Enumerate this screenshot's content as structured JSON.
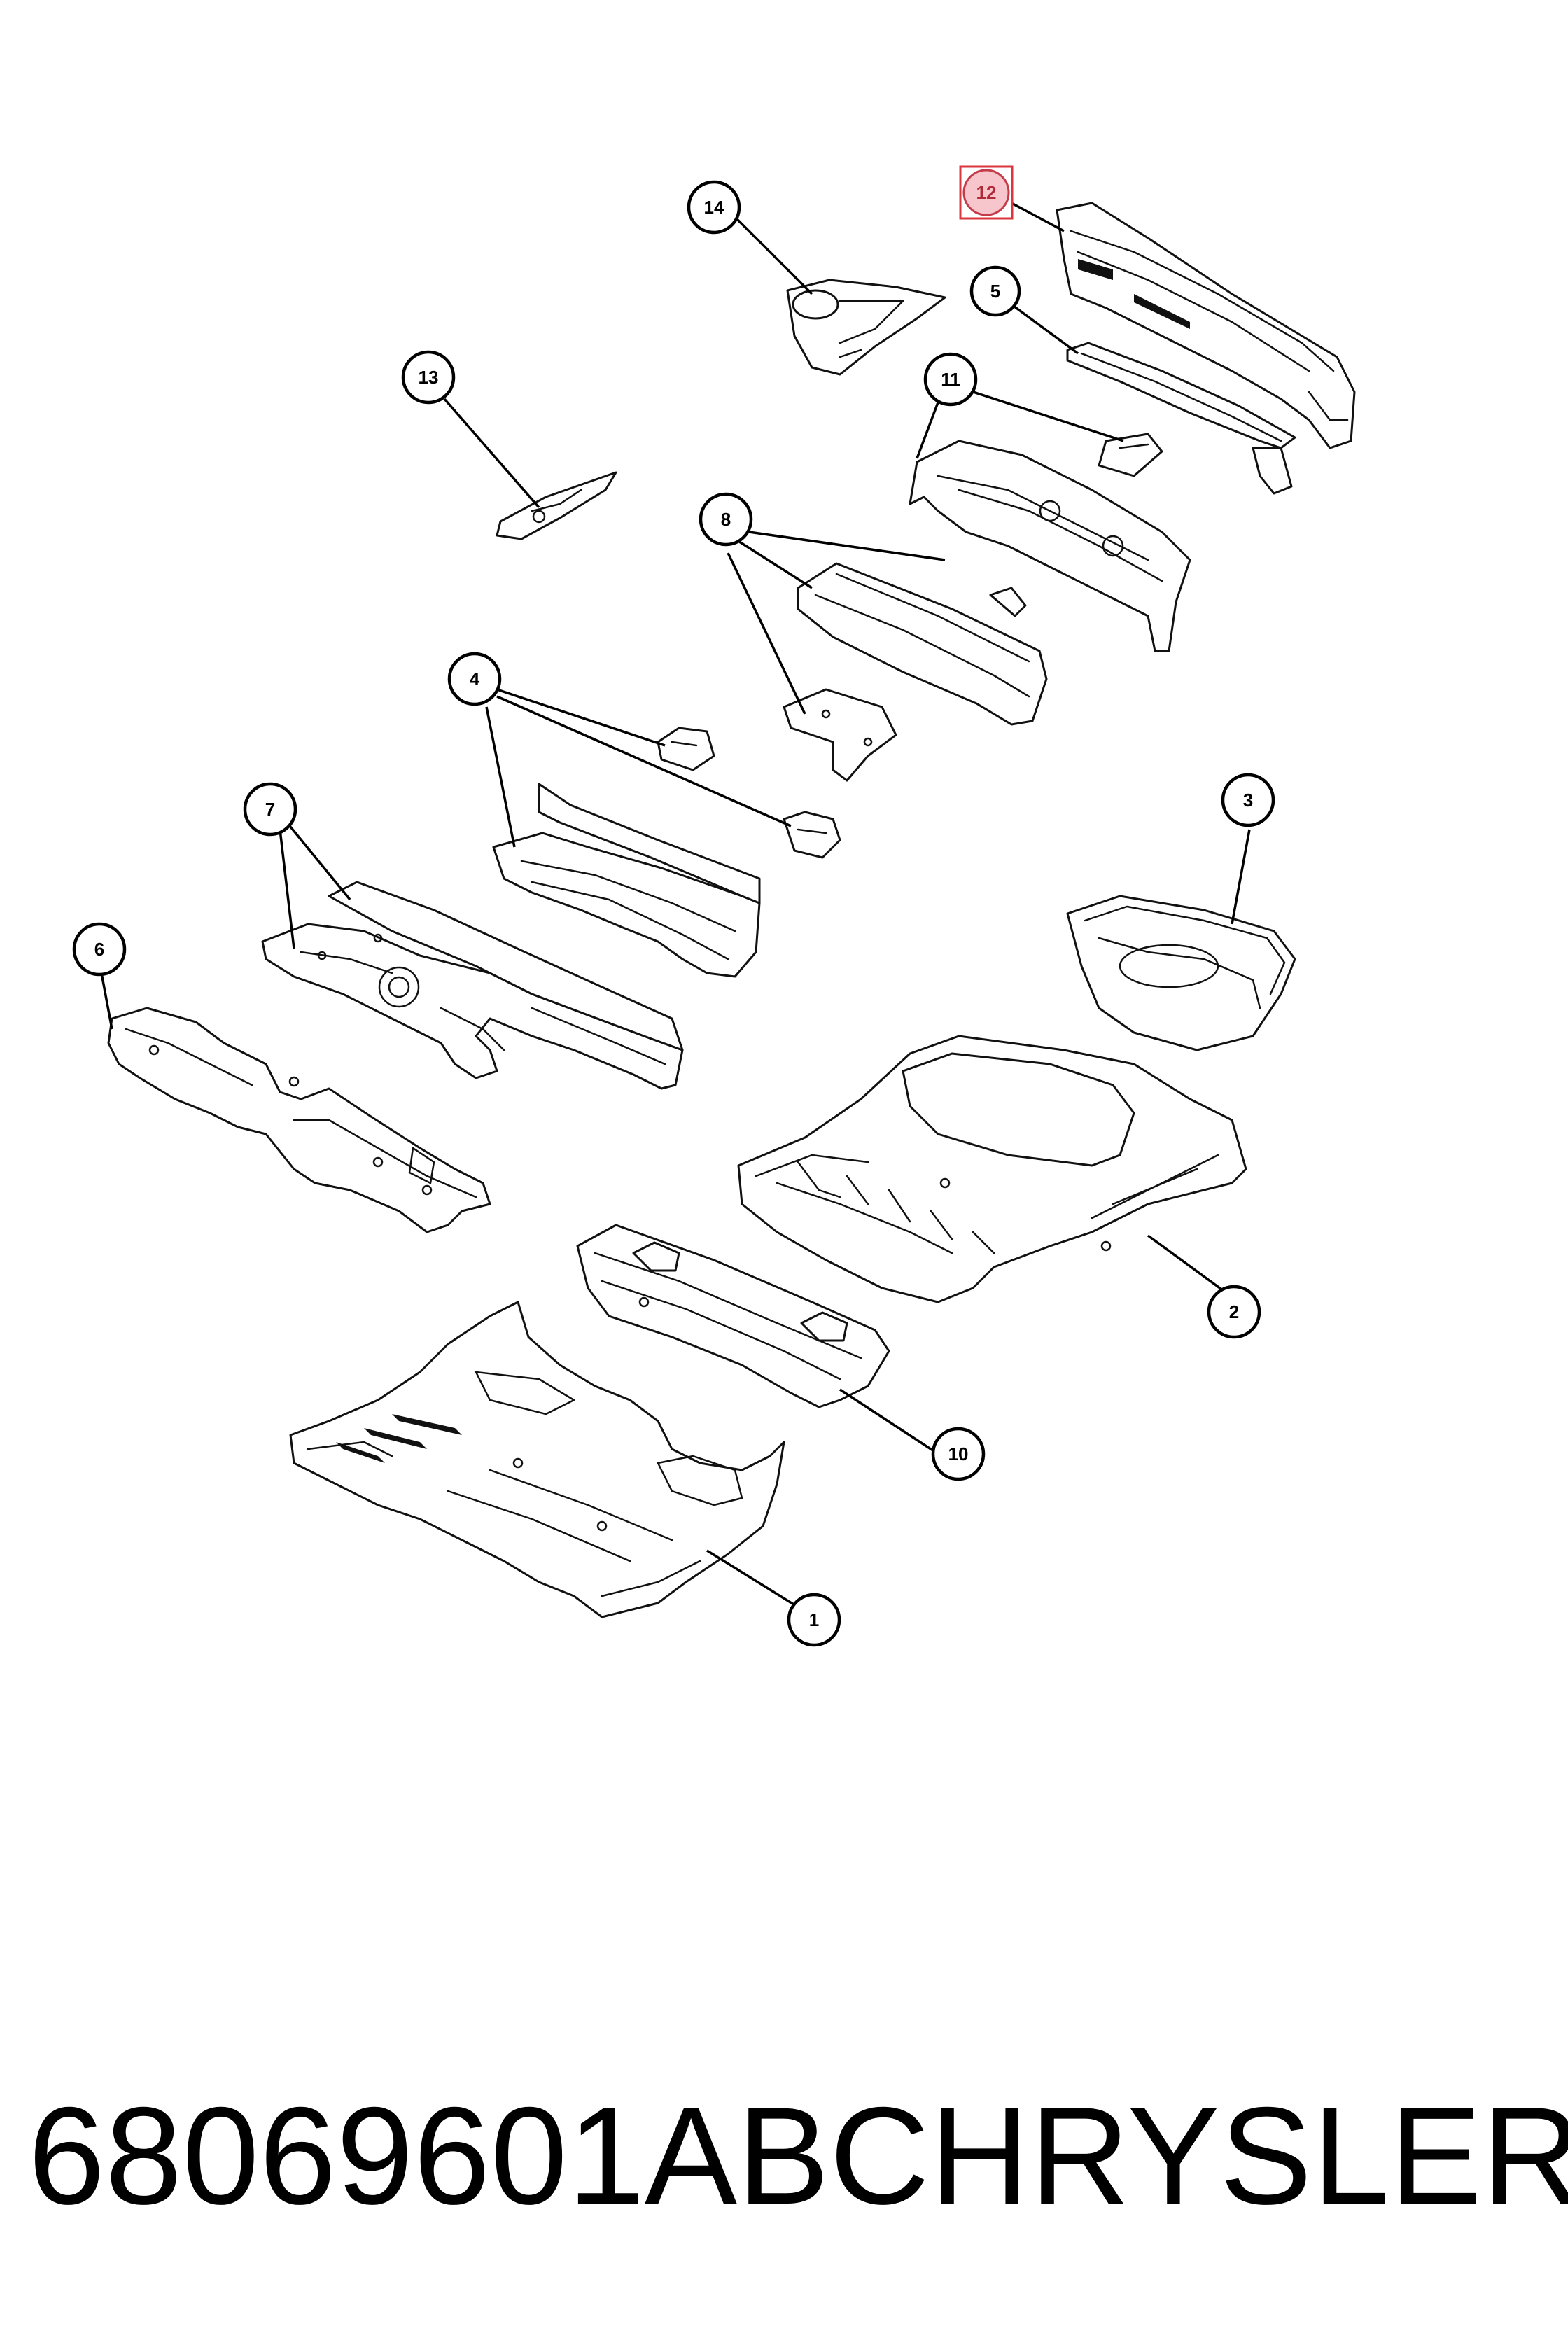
{
  "diagram": {
    "callouts": {
      "c1": "1",
      "c2": "2",
      "c3": "3",
      "c4": "4",
      "c5": "5",
      "c6": "6",
      "c7": "7",
      "c8": "8",
      "c10": "10",
      "c11": "11",
      "c12": "12",
      "c13": "13",
      "c14": "14"
    },
    "highlighted_callout": "12",
    "highlight_color": "#d9363e"
  },
  "caption": {
    "part_number": "68069601AB",
    "brand": "CHRYSLER"
  }
}
